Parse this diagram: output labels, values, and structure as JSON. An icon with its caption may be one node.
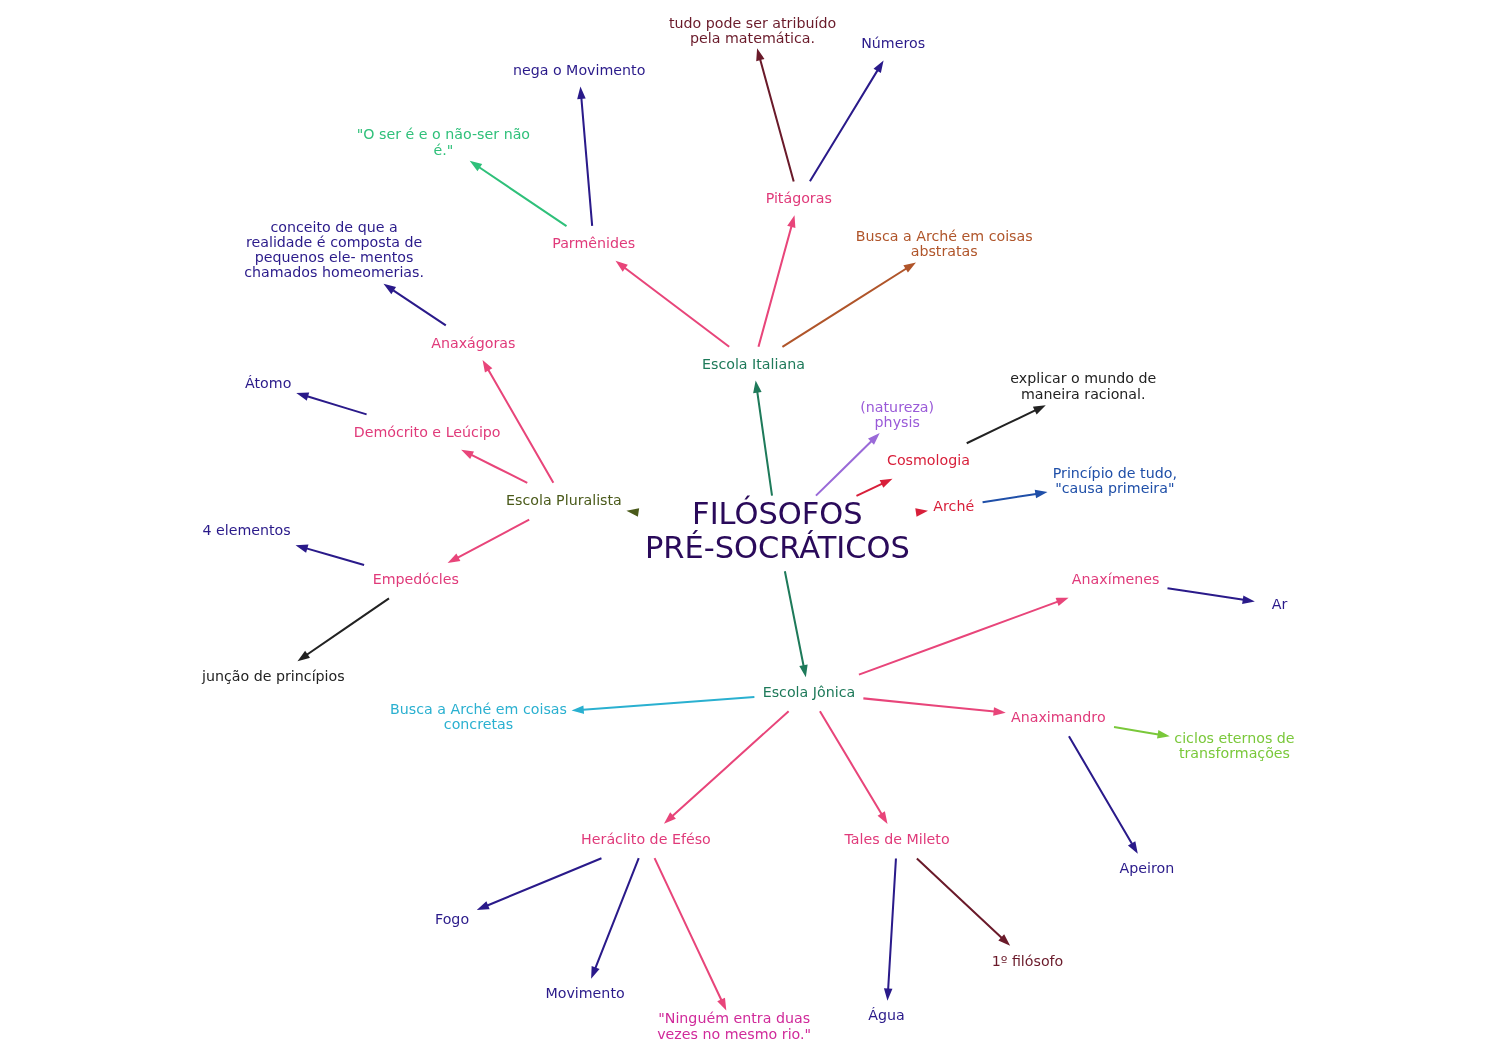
{
  "diagram": {
    "nodes": [
      {
        "text": [
          "FILÓSOFOS PRÉ-SOCRÁTICOS"
        ]
      },
      {
        "text": [
          "Arché"
        ]
      },
      {
        "text": [
          "Princípio de tudo, \"causa primeira\""
        ]
      },
      {
        "text": [
          "Cosmologia"
        ]
      },
      {
        "text": [
          "explicar o mundo de maneira racional."
        ]
      },
      {
        "text": [
          "physis"
        ],
        "beside": [
          "(natureza)"
        ]
      },
      {
        "text": [
          "Escola Italiana"
        ]
      },
      {
        "text": [
          "Busca a Arché em coisas abstratas"
        ]
      },
      {
        "text": [
          "Pitágoras"
        ]
      },
      {
        "text": [
          "Números"
        ]
      },
      {
        "text": [
          "tudo pode ser atribuído pela matemática."
        ]
      },
      {
        "text": [
          "Parmênides"
        ]
      },
      {
        "text": [
          "nega o Movimento"
        ]
      },
      {
        "text": [
          "\"O ser é e o não-ser não é.\""
        ]
      },
      {
        "text": [
          "Escola Pluralista"
        ]
      },
      {
        "text": [
          "Anaxágoras"
        ]
      },
      {
        "text": [
          "conceito de que a realidade é composta de pequenos ele- mentos chamados homeomerias."
        ]
      },
      {
        "text": [
          "Demócrito e Leúcipo"
        ]
      },
      {
        "text": [
          "Átomo"
        ]
      },
      {
        "text": [
          "Empedócles"
        ]
      },
      {
        "text": [
          "4 elementos"
        ]
      },
      {
        "text": [
          "junção de princípios"
        ]
      },
      {
        "text": [
          "Escola Jônica"
        ]
      },
      {
        "text": [
          "Busca a Arché em coisas concretas"
        ]
      },
      {
        "text": [
          "Heráclito de Eféso"
        ]
      },
      {
        "text": [
          "Fogo"
        ]
      },
      {
        "text": [
          "Movimento"
        ]
      },
      {
        "text": [
          "\"Ninguém entra duas vezes no mesmo rio.\""
        ]
      },
      {
        "text": [
          "Tales de Mileto"
        ]
      },
      {
        "text": [
          "Água"
        ]
      },
      {
        "text": [
          "1º filósofo"
        ]
      },
      {
        "text": [
          "Anaximandro"
        ]
      },
      {
        "text": [
          "Apeiron"
        ]
      },
      {
        "text": [
          "ciclos eternos de transformações"
        ]
      },
      {
        "text": [
          "Anaxímenes"
        ]
      },
      {
        "text": [
          "Ar"
        ]
      }
    ],
    "edges": [
      {
        "from": 0,
        "to": 1,
        "arrow": "to",
        "color": "#d81f3a"
      },
      {
        "from": 1,
        "to": 2,
        "arrow": "to",
        "color": "#1f4fa8"
      },
      {
        "from": 0,
        "to": 3,
        "arrow": "to",
        "color": "#d81f3a"
      },
      {
        "from": 3,
        "to": 4,
        "arrow": "to",
        "color": "#222222"
      },
      {
        "from": 0,
        "to": 5,
        "arrow": "to",
        "color": "#9a6ad8"
      },
      {
        "from": 0,
        "to": 6,
        "arrow": "to",
        "color": "#1e7a5a"
      },
      {
        "from": 6,
        "to": 7,
        "arrow": "to",
        "color": "#b0552a"
      },
      {
        "from": 6,
        "to": 8,
        "arrow": "to"
      },
      {
        "from": 8,
        "to": 9,
        "arrow": "to",
        "color": "#2a1a8a"
      },
      {
        "from": 8,
        "to": 10,
        "arrow": "to",
        "color": "#6a1a2a"
      },
      {
        "from": 6,
        "to": 11,
        "arrow": "to"
      },
      {
        "from": 11,
        "to": 12,
        "arrow": "to",
        "color": "#2a1a8a"
      },
      {
        "from": 11,
        "to": 13,
        "arrow": "to",
        "color": "#2fc07a"
      },
      {
        "from": 0,
        "to": 14,
        "arrow": "to",
        "color": "#4a5a1a"
      },
      {
        "from": 14,
        "to": 15,
        "arrow": "to"
      },
      {
        "from": 15,
        "to": 16,
        "arrow": "to",
        "color": "#2a1a8a"
      },
      {
        "from": 14,
        "to": 17,
        "arrow": "to"
      },
      {
        "from": 17,
        "to": 18,
        "arrow": "to",
        "color": "#2a1a8a"
      },
      {
        "from": 14,
        "to": 19,
        "arrow": "to"
      },
      {
        "from": 19,
        "to": 20,
        "arrow": "to",
        "color": "#2a1a8a"
      },
      {
        "from": 19,
        "to": 21,
        "arrow": "to",
        "color": "#222222"
      },
      {
        "from": 0,
        "to": 22,
        "arrow": "to",
        "color": "#1e7a5a"
      },
      {
        "from": 22,
        "to": 23,
        "arrow": "to",
        "color": "#2ab0d0"
      },
      {
        "from": 22,
        "to": 24,
        "arrow": "to"
      },
      {
        "from": 24,
        "to": 25,
        "arrow": "to",
        "color": "#2a1a8a"
      },
      {
        "from": 24,
        "to": 26,
        "arrow": "to",
        "color": "#2a1a8a"
      },
      {
        "from": 24,
        "to": 27,
        "arrow": "to"
      },
      {
        "from": 22,
        "to": 28,
        "arrow": "to"
      },
      {
        "from": 28,
        "to": 29,
        "arrow": "to",
        "color": "#2a1a8a"
      },
      {
        "from": 28,
        "to": 30,
        "arrow": "to",
        "color": "#6a1a2a"
      },
      {
        "from": 22,
        "to": 31,
        "arrow": "to"
      },
      {
        "from": 31,
        "to": 32,
        "arrow": "to",
        "color": "#2a1a8a"
      },
      {
        "from": 31,
        "to": 33,
        "arrow": "to",
        "color": "#7ac83a"
      },
      {
        "from": 22,
        "to": 34,
        "arrow": "to"
      },
      {
        "from": 34,
        "to": 35,
        "arrow": "to",
        "color": "#2a1a8a"
      }
    ]
  }
}
